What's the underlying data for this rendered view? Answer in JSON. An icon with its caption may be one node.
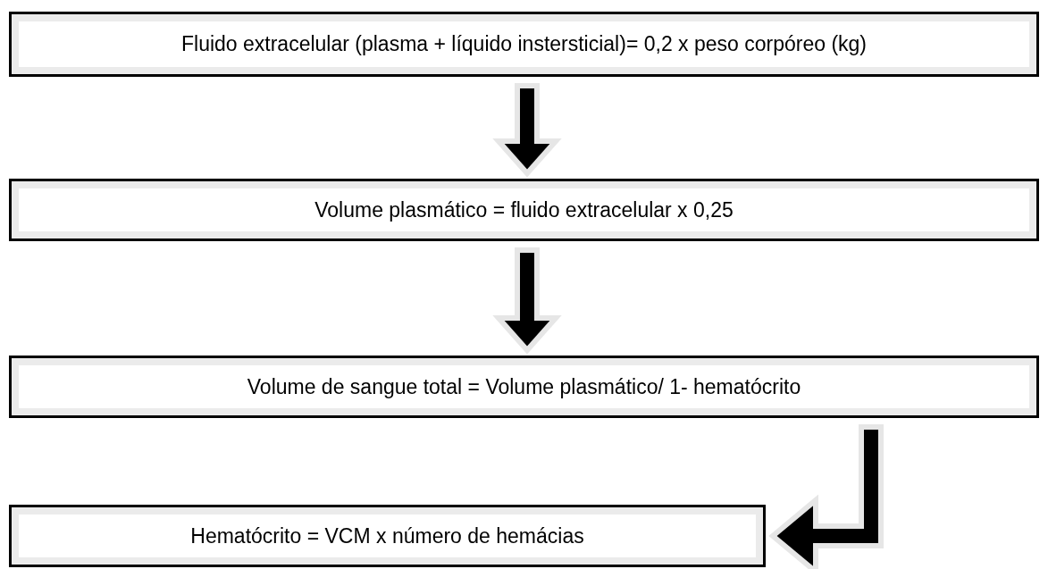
{
  "diagram": {
    "nodes": [
      {
        "text": [
          "Fluido extracelular (plasma + líquido instersticial)= 0,2 x peso corpóreo (kg)"
        ]
      },
      {
        "text": [
          "Volume plasmático = fluido extracelular x 0,25"
        ]
      },
      {
        "text": [
          "Volume de sangue total = Volume plasmático/ 1- hematócrito"
        ]
      },
      {
        "text": [
          "Hematócrito = VCM x número de hemácias"
        ]
      }
    ],
    "edges": [
      {
        "from": 0,
        "to": 1,
        "arrow": "to",
        "style": "thick"
      },
      {
        "from": 1,
        "to": 2,
        "arrow": "to",
        "style": "thick"
      },
      {
        "from": 2,
        "to": 3,
        "arrow": "to",
        "style": "thick"
      }
    ]
  }
}
